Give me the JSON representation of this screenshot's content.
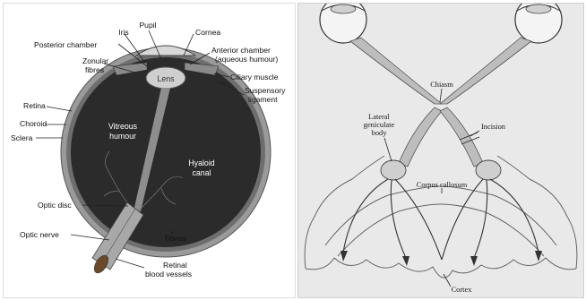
{
  "eye_anatomy": {
    "labels": {
      "pupil": "Pupil",
      "iris": "Iris",
      "cornea": "Cornea",
      "posterior_chamber": "Posterior chamber",
      "anterior_chamber_1": "Anterior chamber",
      "anterior_chamber_2": "(aqueous humour)",
      "zonular_1": "Zonular",
      "zonular_2": "fibres",
      "lens": "Lens",
      "ciliary_muscle": "Ciliary muscle",
      "suspensory_1": "Suspensory",
      "suspensory_2": "ligament",
      "retina": "Retina",
      "choroid": "Choroid",
      "sclera": "Sclera",
      "vitreous_1": "Vitreous",
      "vitreous_2": "humour",
      "hyaloid_1": "Hyaloid",
      "hyaloid_2": "canal",
      "optic_disc": "Optic disc",
      "optic_nerve": "Optic nerve",
      "fovea": "Fovea",
      "retinal_1": "Retinal",
      "retinal_2": "blood vessels"
    }
  },
  "visual_pathway": {
    "labels": {
      "chiasm": "Chiasm",
      "lateral_1": "Lateral",
      "lateral_2": "geniculate",
      "lateral_3": "body",
      "incision": "Incision",
      "corpus_callosum": "Corpus callosum",
      "cortex": "Cortex"
    }
  }
}
